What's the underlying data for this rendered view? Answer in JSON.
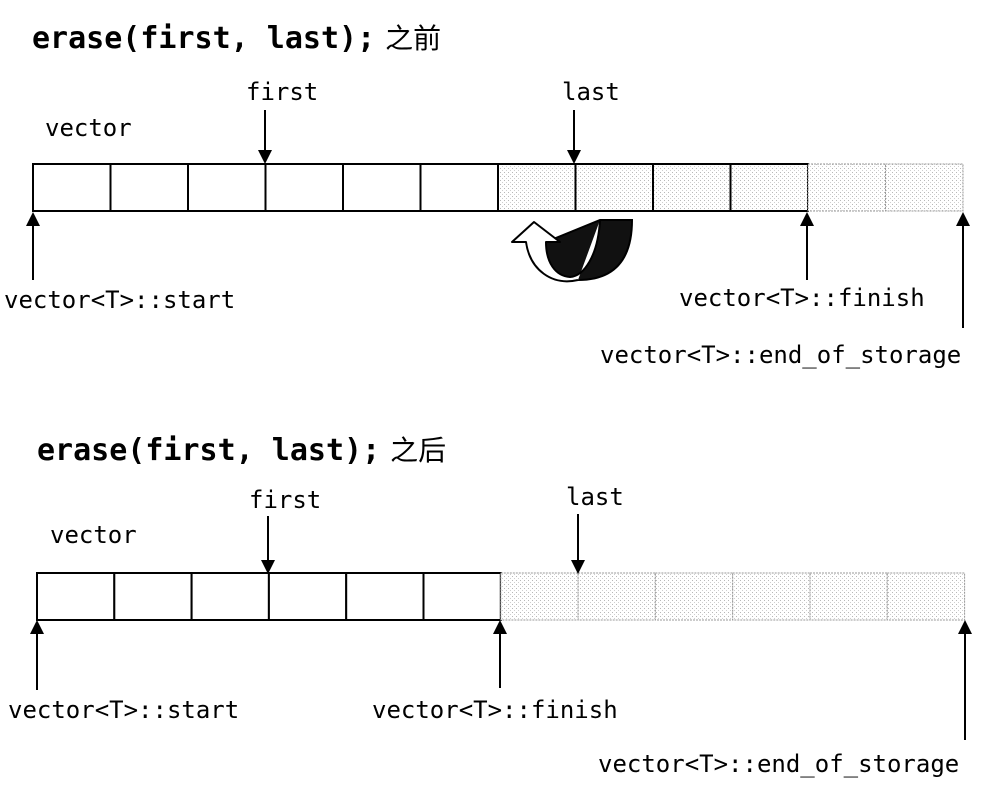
{
  "before": {
    "title_code": "erase(first, last);",
    "title_suffix": "之前",
    "container_label": "vector",
    "first_label": "first",
    "last_label": "last",
    "start_label": "vector<T>::start",
    "finish_label": "vector<T>::finish",
    "end_label": "vector<T>::end_of_storage",
    "total_cells": 12,
    "used_cells": 10,
    "first_index": 3,
    "last_index": 7,
    "copy_source_cells": [
      6,
      7,
      8,
      9
    ]
  },
  "after": {
    "title_code": "erase(first, last);",
    "title_suffix": "之后",
    "container_label": "vector",
    "first_label": "first",
    "last_label": "last",
    "start_label": "vector<T>::start",
    "finish_label": "vector<T>::finish",
    "end_label": "vector<T>::end_of_storage",
    "total_cells": 12,
    "used_cells": 6,
    "first_index": 3,
    "last_index": 7
  },
  "colors": {
    "ink": "#000000",
    "unused_border": "#9a9a9a",
    "stipple": "#c8c8c8",
    "arrow_shadow": "#111111"
  }
}
